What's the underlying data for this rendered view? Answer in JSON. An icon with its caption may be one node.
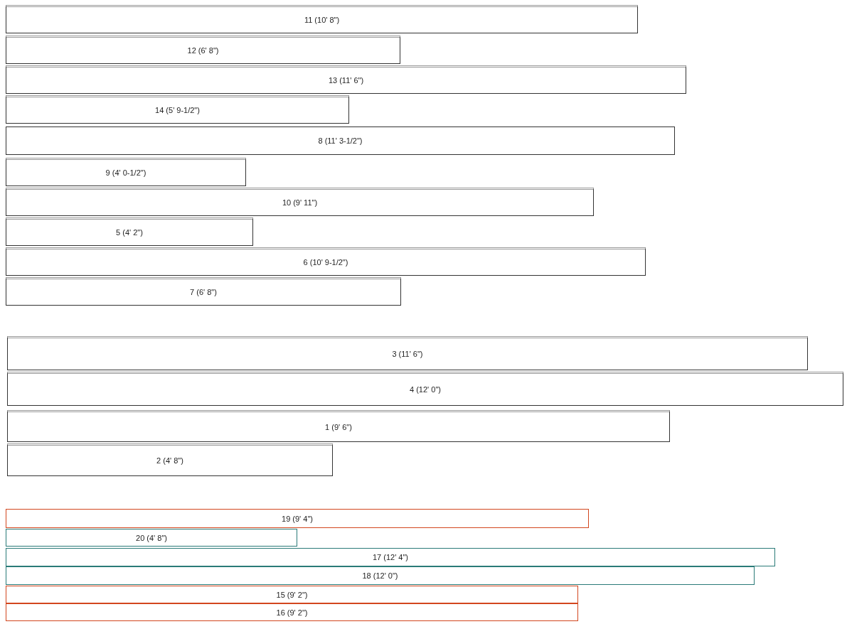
{
  "diagram": {
    "nodes": [
      {
        "text": [
          "11 (10' 8\")"
        ]
      },
      {
        "text": [
          "12 (6' 8\")"
        ]
      },
      {
        "text": [
          "13 (11' 6\")"
        ]
      },
      {
        "text": [
          "14 (5' 9-1/2\")"
        ]
      },
      {
        "text": [
          "8 (11' 3-1/2\")"
        ]
      },
      {
        "text": [
          "9 (4' 0-1/2\")"
        ]
      },
      {
        "text": [
          "10 (9' 11\")"
        ]
      },
      {
        "text": [
          "5 (4' 2\")"
        ]
      },
      {
        "text": [
          "6 (10' 9-1/2\")"
        ]
      },
      {
        "text": [
          "7 (6' 8\")"
        ]
      },
      {
        "text": [
          "3 (11' 6\")"
        ]
      },
      {
        "text": [
          "4 (12' 0\")"
        ]
      },
      {
        "text": [
          "1 (9' 6\")"
        ]
      },
      {
        "text": [
          "2 (4' 8\")"
        ]
      },
      {
        "text": [
          "19 (9' 4\")"
        ]
      },
      {
        "text": [
          "20 (4' 8\")"
        ]
      },
      {
        "text": [
          "17 (12' 4\")"
        ]
      },
      {
        "text": [
          "18 (12' 0\")"
        ]
      },
      {
        "text": [
          "15 (9' 2\")"
        ]
      },
      {
        "text": [
          "16 (9' 2\")"
        ]
      }
    ]
  }
}
